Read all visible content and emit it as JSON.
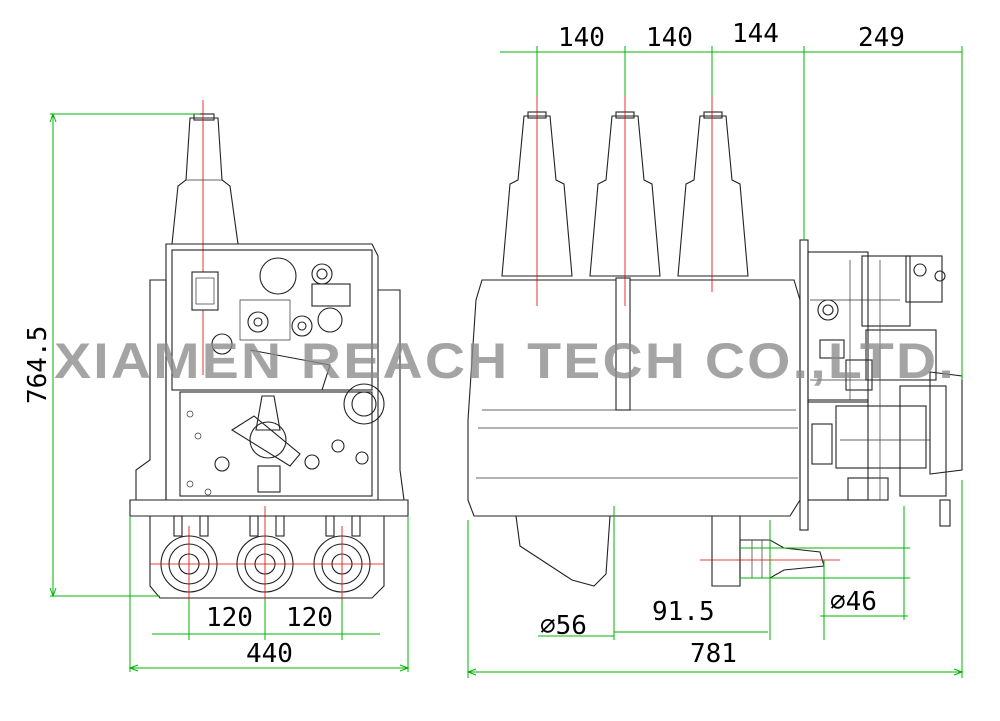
{
  "watermark": "XIAMEN REACH TECH CO.,LTD.",
  "dimensions": {
    "top_140_a": "140",
    "top_140_b": "140",
    "top_144": "144",
    "top_249": "249",
    "height": "764.5",
    "bottom_120_a": "120",
    "bottom_120_b": "120",
    "width_440": "440",
    "width_781": "781",
    "dia_56": "⌀56",
    "dia_46": "⌀46",
    "offset_91_5": "91.5"
  },
  "colors": {
    "dimension_lines": "#00b400",
    "center_lines": "#e00000",
    "outline": "#222222",
    "watermark": "#8a8a8a"
  }
}
